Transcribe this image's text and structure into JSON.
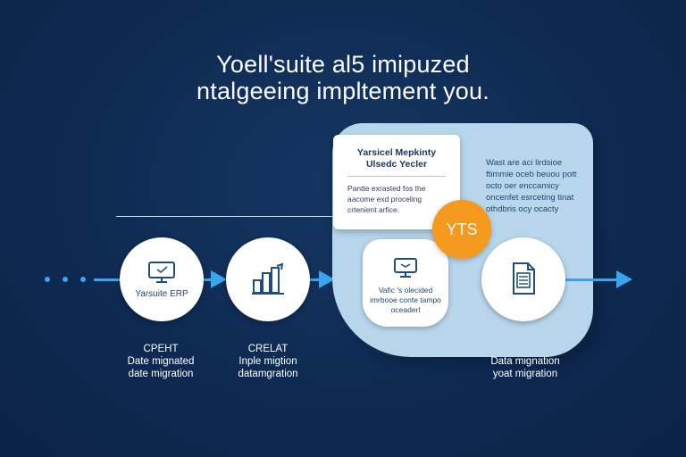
{
  "headline": {
    "line1": "Yoell'suite al5 imipuzed",
    "line2": "ntalgeeing impltement you."
  },
  "steps": [
    {
      "icon": "monitor-icon",
      "label": "Yarsuite ERP",
      "caption": [
        "CPEHT",
        "Date mignated",
        "date migration"
      ]
    },
    {
      "icon": "building-chart-icon",
      "label": "",
      "caption": [
        "CRELAT",
        "Inple migtion",
        "datamgration"
      ]
    },
    {
      "icon": "chat-monitor-icon",
      "label": "Vafic 's olecided imrbooe conte tampo oceaderl",
      "caption": []
    },
    {
      "icon": "document-icon",
      "label": "",
      "caption": [
        "Data mignation",
        "yoat migration"
      ]
    }
  ],
  "card": {
    "title_line1": "Yarsicel Mepkinty",
    "title_line2": "Ulsedc Yecler",
    "body": "Pantte exrasted fos the aacome exd proceling crtenient arfice."
  },
  "badge": {
    "text": "YTS",
    "color": "#f39a1f"
  },
  "panel": {
    "text": "Wast are aci lirdsioe ftimmie oceb beuou pott octo oer enccamicy oncenfet esrceting tinat othdbris ocy ocacty"
  },
  "colors": {
    "background": "#0e2a52",
    "accent": "#3aa4ee",
    "panel": "#b7d6ec"
  }
}
